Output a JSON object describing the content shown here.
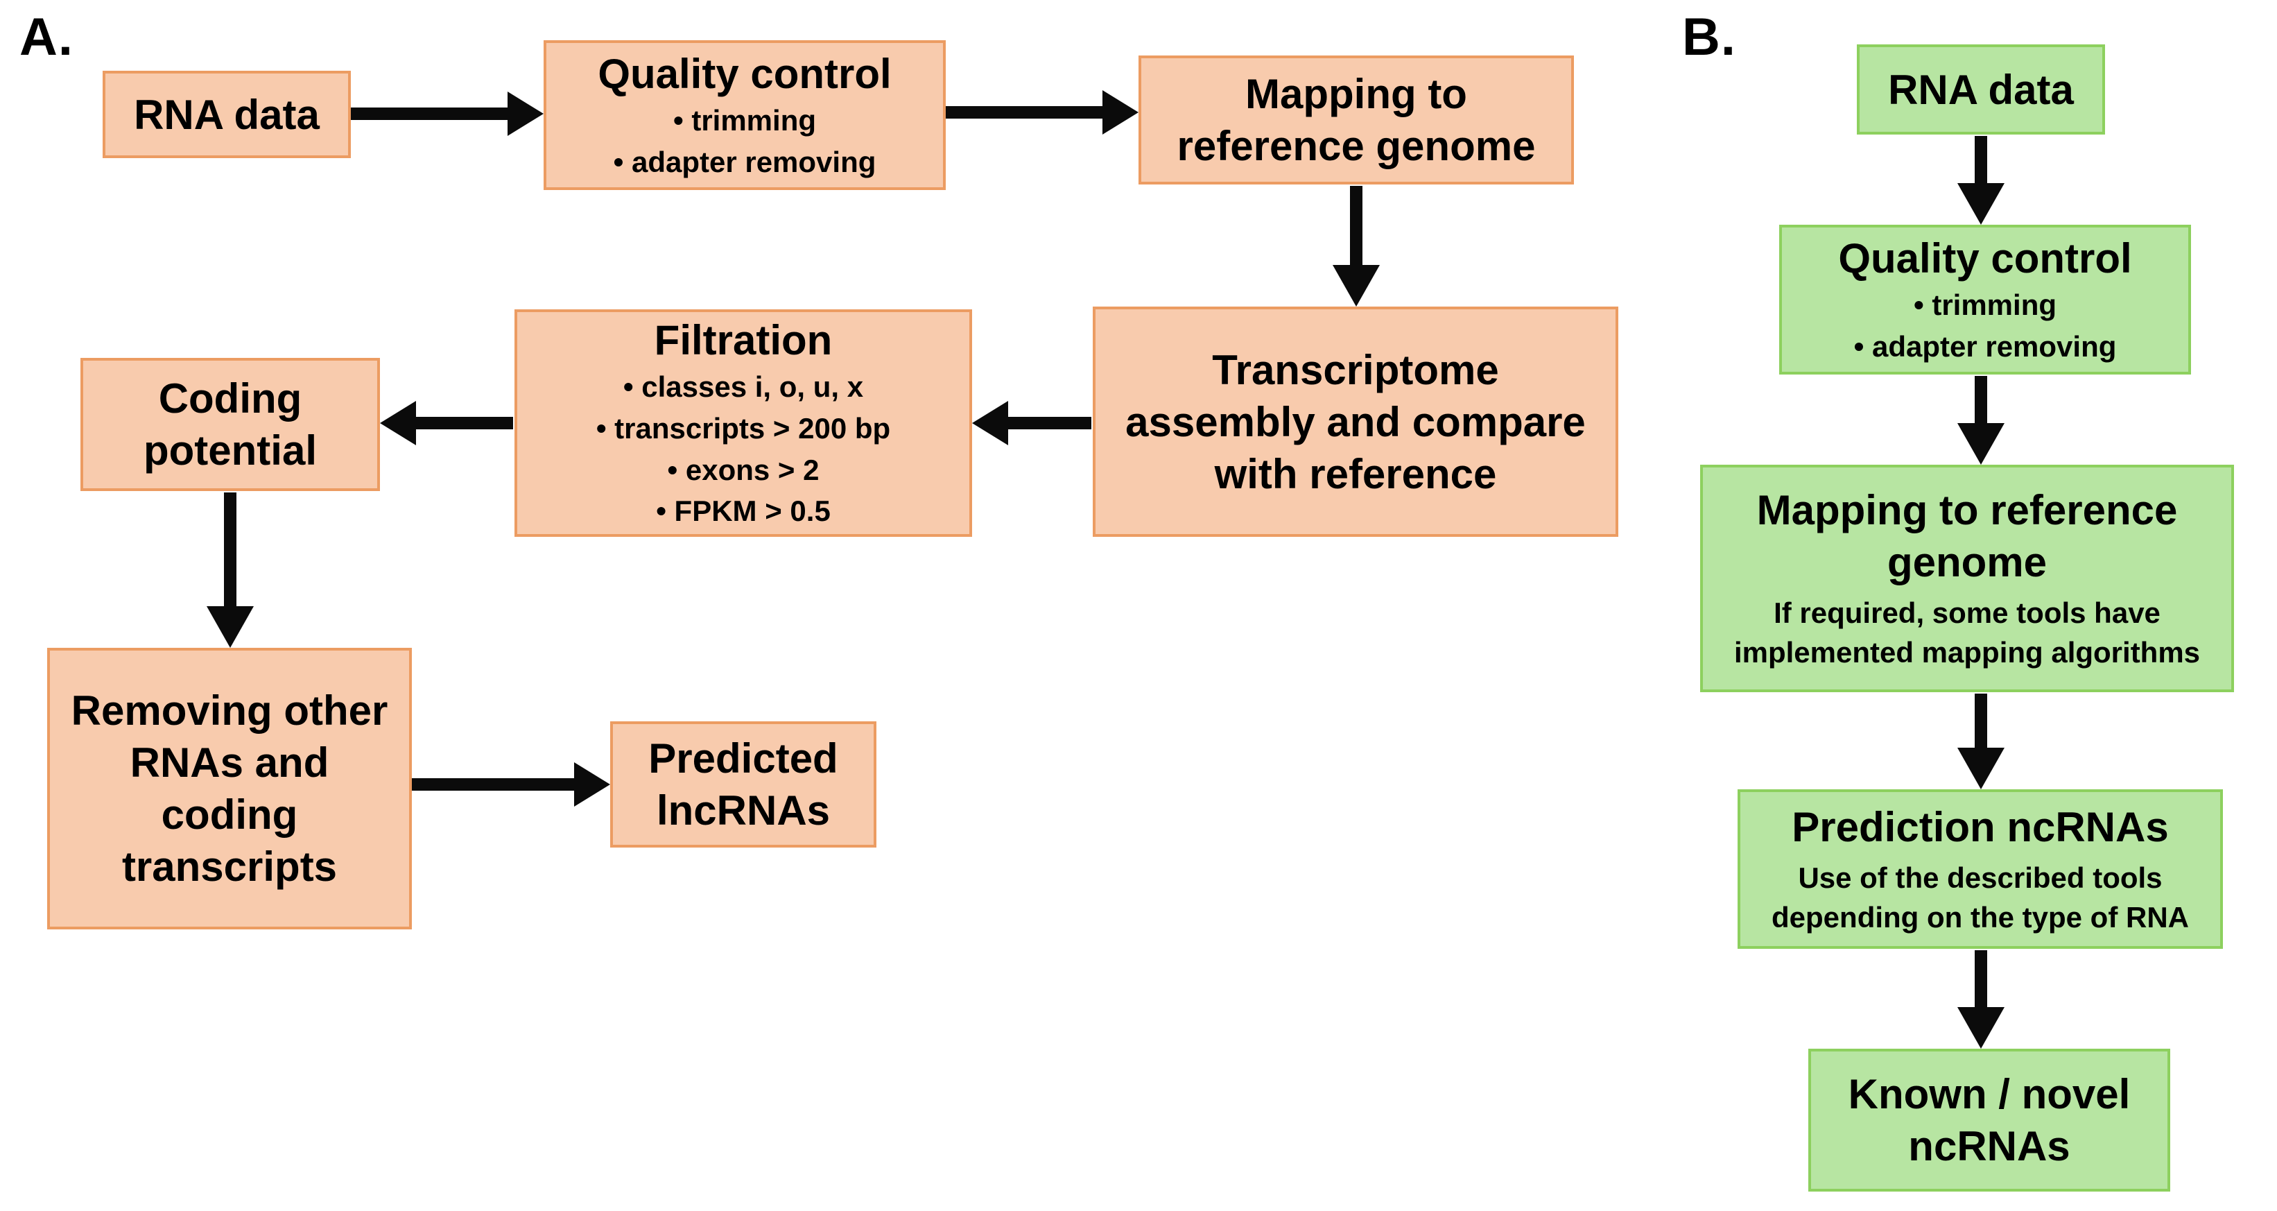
{
  "colors": {
    "orange_fill": "#F8CBAD",
    "orange_border": "#EC9C62",
    "green_fill": "#B7E5A2",
    "green_border": "#8DD05E",
    "arrow": "#0B0B0B",
    "text": "#000000"
  },
  "panel_a": {
    "label": "A.",
    "boxes": {
      "rna": {
        "title": "RNA data"
      },
      "qc": {
        "title": "Quality control",
        "bullets": [
          "• trimming",
          "• adapter removing"
        ]
      },
      "map": {
        "title": "Mapping to\nreference genome"
      },
      "trans": {
        "title": "Transcriptome\nassembly and compare\nwith reference"
      },
      "filt": {
        "title": "Filtration",
        "bullets": [
          "• classes i, o, u, x",
          "• transcripts > 200 bp",
          "• exons > 2",
          "• FPKM > 0.5"
        ]
      },
      "coding": {
        "title": "Coding\npotential"
      },
      "removing": {
        "title": "Removing other\nRNAs and\ncoding\ntranscripts"
      },
      "predicted": {
        "title": "Predicted\nlncRNAs"
      }
    }
  },
  "panel_b": {
    "label": "B.",
    "boxes": {
      "rna": {
        "title": "RNA data"
      },
      "qc": {
        "title": "Quality control",
        "bullets": [
          "• trimming",
          "• adapter removing"
        ]
      },
      "map": {
        "title": "Mapping to reference\ngenome",
        "note": "If required, some tools have\nimplemented mapping algorithms"
      },
      "pred": {
        "title": "Prediction ncRNAs",
        "note": "Use of the described tools\ndepending on the type of RNA"
      },
      "known": {
        "title": "Known / novel\nncRNAs"
      }
    }
  }
}
